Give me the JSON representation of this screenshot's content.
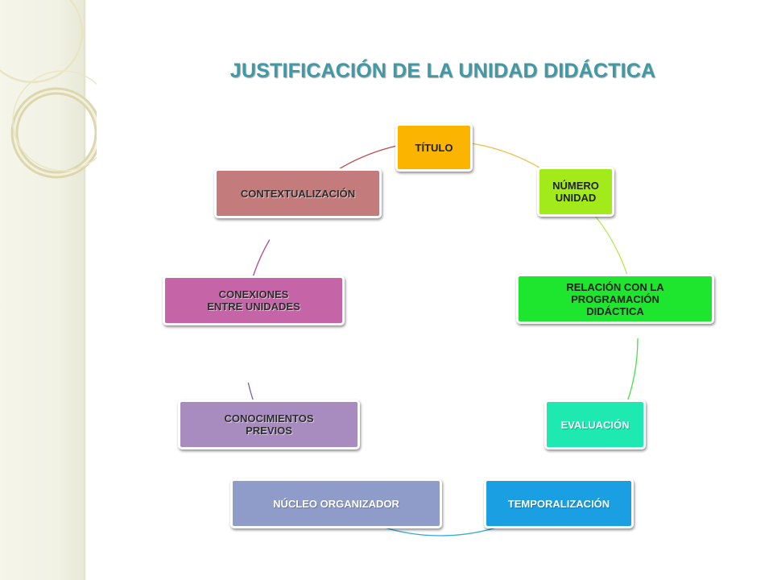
{
  "title": "JUSTIFICACIÓN DE LA UNIDAD DIDÁCTICA",
  "colors": {
    "title": "#3f9aa6",
    "titulo": "#fbb400",
    "numero_unidad": "#a3ea1a",
    "relacion": "#1ee62f",
    "evaluacion": "#1ee9b0",
    "temporalizacion": "#1a9fe3",
    "nucleo": "#8f9cc9",
    "conocimientos": "#a88cc0",
    "conexiones": "#c565a7",
    "contextualizacion": "#c47b7b"
  },
  "cycle": {
    "nodes": [
      {
        "id": "titulo",
        "lines": [
          "TÍTULO"
        ]
      },
      {
        "id": "numero_unidad",
        "lines": [
          "NÚMERO",
          "UNIDAD"
        ]
      },
      {
        "id": "relacion",
        "lines": [
          "RELACIÓN CON LA",
          "PROGRAMACIÓN",
          "DIDÁCTICA"
        ]
      },
      {
        "id": "evaluacion",
        "lines": [
          "EVALUACIÓN"
        ]
      },
      {
        "id": "temporalizacion",
        "lines": [
          "TEMPORALIZACIÓN"
        ]
      },
      {
        "id": "nucleo",
        "lines": [
          "NÚCLEO ORGANIZADOR"
        ]
      },
      {
        "id": "conocimientos",
        "lines": [
          "CONOCIMIENTOS",
          "PREVIOS"
        ]
      },
      {
        "id": "conexiones",
        "lines": [
          "CONEXIONES",
          "ENTRE UNIDADES"
        ]
      },
      {
        "id": "contextualizacion",
        "lines": [
          "CONTEXTUALIZACIÓN"
        ]
      }
    ]
  }
}
